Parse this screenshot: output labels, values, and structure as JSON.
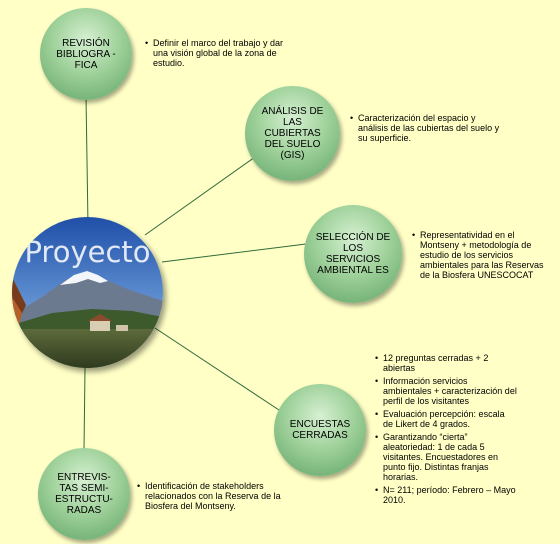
{
  "center": {
    "title": "Proyecto"
  },
  "nodes": [
    {
      "label": "REVISIÓN BIBLIOGRA - FICA",
      "notes": [
        "Definir el marco del trabajo y dar una visión global de la zona de estudio."
      ]
    },
    {
      "label": "ANÁLISIS DE LAS CUBIERTAS DEL SUELO (GIS)",
      "notes": [
        "Caracterización del espacio y análisis de las cubiertas del suelo y su superficie."
      ]
    },
    {
      "label": "SELECCIÓN DE LOS SERVICIOS AMBIENTAL ES",
      "notes": [
        "Representatividad en el Montseny + metodología de estudio de los servicios ambientales para las Reservas de la Biosfera UNESCOCAT"
      ]
    },
    {
      "label": "ENCUESTAS CERRADAS",
      "notes": [
        "12 preguntas cerradas + 2 abiertas",
        "Información servicios ambientales + caracterización del perfil de los visitantes",
        "Evaluación percepción: escala de Likert de 4 grados.",
        "Garantizando “cierta” aleatoriedad: 1 de cada 5 visitantes. Encuestadores en punto fijo. Distintas franjas horarias.",
        "N= 211; período: Febrero – Mayo 2010."
      ]
    },
    {
      "label": "ENTREVIS- TAS SEMI- ESTRUCTU- RADAS",
      "notes": [
        "Identificación de stakeholders relacionados con la Reserva de la Biosfera del Montseny."
      ]
    }
  ]
}
